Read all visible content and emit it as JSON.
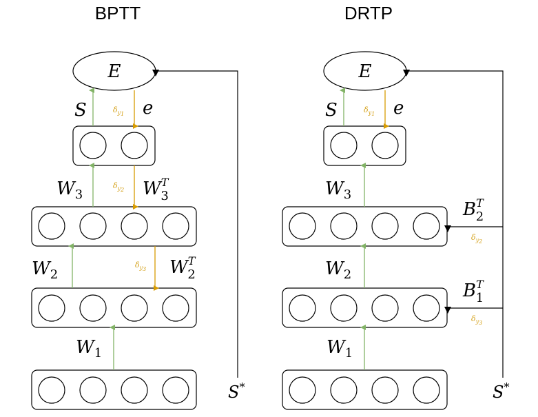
{
  "titles": {
    "left": "BPTT",
    "right": "DRTP"
  },
  "labels": {
    "error_node": "E",
    "S": "S",
    "e": "e",
    "target": "S",
    "target_sup": "*",
    "W": "W",
    "T": "T",
    "B": "B",
    "idx1": "1",
    "idx2": "2",
    "idx3": "3",
    "delta": "δ",
    "y1": "y",
    "y1_idx": "1",
    "y2": "y",
    "y2_idx": "2",
    "y3": "y",
    "y3_idx": "3"
  },
  "colors": {
    "forward": "#82b366",
    "backward": "#d79b00",
    "feedback": "#000000"
  }
}
